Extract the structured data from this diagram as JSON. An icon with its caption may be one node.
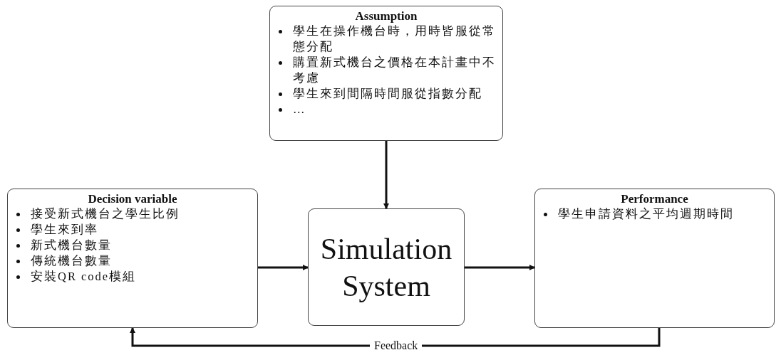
{
  "diagram": {
    "nodes": [
      {
        "text": [
          "Assumption",
          "學生在操作機台時，用時皆服從常態分配",
          "購置新式機台之價格在本計畫中不考慮",
          "學生來到間隔時間服從指數分配",
          "…"
        ]
      },
      {
        "text": [
          "Decision variable",
          "接受新式機台之學生比例",
          "學生來到率",
          "新式機台數量",
          "傳統機台數量",
          "安裝QR code模組"
        ]
      },
      {
        "text": [
          "Simulation System"
        ]
      },
      {
        "text": [
          "Performance",
          "學生申請資料之平均週期時間"
        ]
      }
    ],
    "edges": [
      {
        "from": 0,
        "to": 2,
        "arrow": "to"
      },
      {
        "from": 1,
        "to": 2,
        "arrow": "to"
      },
      {
        "from": 2,
        "to": 3,
        "arrow": "to"
      },
      {
        "from": 3,
        "to": 1,
        "arrow": "to",
        "label": "Feedback"
      }
    ]
  }
}
